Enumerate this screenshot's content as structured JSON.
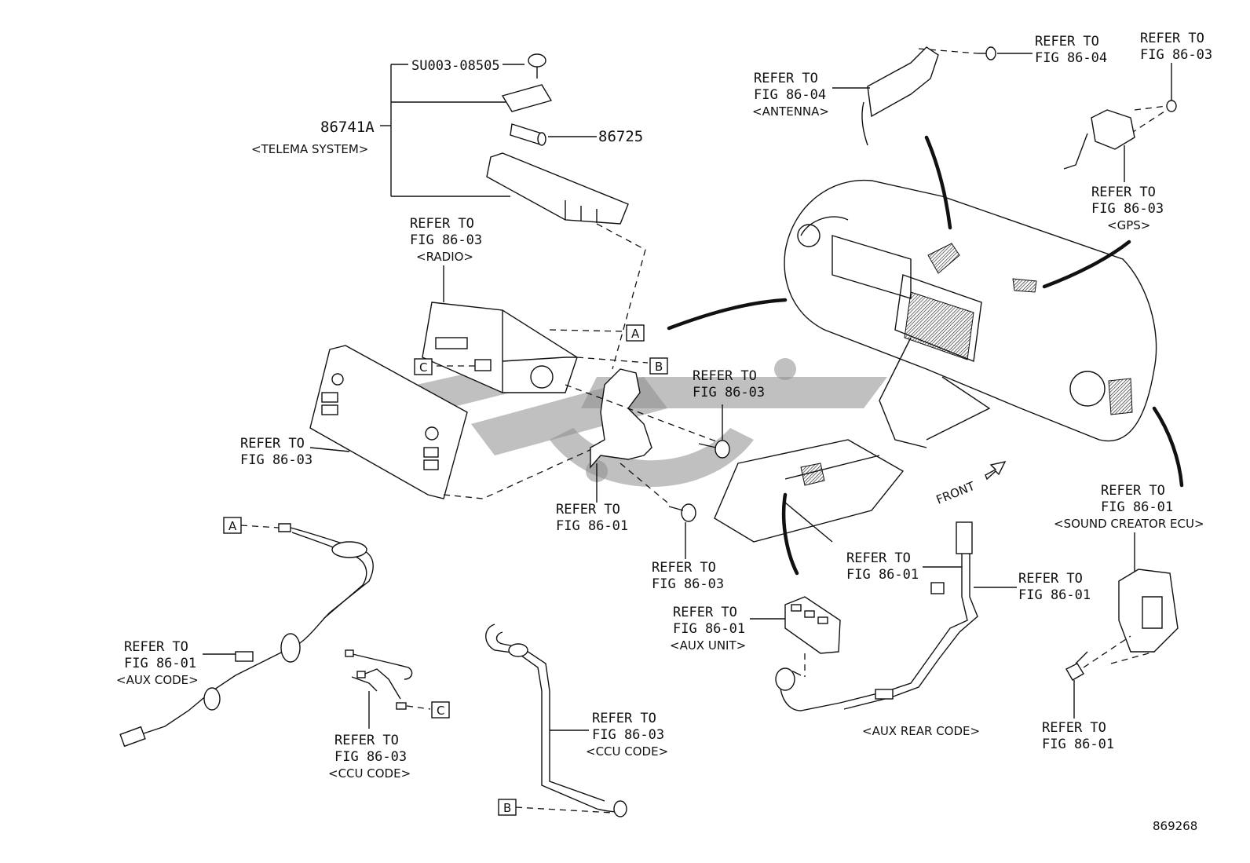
{
  "figure_number": "869268",
  "watermark": "logo",
  "parts": {
    "screw_part_no": "SU003-08505",
    "main_part_no": "86741A",
    "main_part_desc": "<TELEMA SYSTEM>",
    "battery_part_no": "86725"
  },
  "callouts": {
    "radio": {
      "line1": "REFER TO",
      "line2": "FIG 86-03",
      "desc": "<RADIO>"
    },
    "panel": {
      "line1": "REFER TO",
      "line2": "FIG 86-03"
    },
    "bracket": {
      "line1": "REFER TO",
      "line2": "FIG 86-01"
    },
    "screw_upper": {
      "line1": "REFER TO",
      "line2": "FIG 86-03"
    },
    "screw_lower": {
      "line1": "REFER TO",
      "line2": "FIG 86-03"
    },
    "antenna": {
      "line1": "REFER TO",
      "line2": "FIG 86-04",
      "desc": "<ANTENNA>"
    },
    "antenna_bolt": {
      "line1": "REFER TO",
      "line2": "FIG 86-04"
    },
    "gps_bolt": {
      "line1": "REFER TO",
      "line2": "FIG 86-03"
    },
    "gps": {
      "line1": "REFER TO",
      "line2": "FIG 86-03",
      "desc": "<GPS>"
    },
    "aux_code": {
      "line1": "REFER TO",
      "line2": "FIG 86-01",
      "desc": "<AUX CODE>"
    },
    "ccu_code_left": {
      "line1": "REFER TO",
      "line2": "FIG 86-03",
      "desc": "<CCU CODE>"
    },
    "ccu_code_right": {
      "line1": "REFER TO",
      "line2": "FIG 86-03",
      "desc": "<CCU CODE>"
    },
    "aux_unit": {
      "line1": "REFER TO",
      "line2": "FIG 86-01",
      "desc": "<AUX UNIT>"
    },
    "aux_rear_left": {
      "line1": "REFER TO",
      "line2": "FIG 86-01"
    },
    "aux_rear_right": {
      "line1": "REFER TO",
      "line2": "FIG 86-01"
    },
    "aux_rear_desc": "<AUX REAR CODE>",
    "sound_creator": {
      "line1": "REFER TO",
      "line2": "FIG 86-01",
      "desc": "<SOUND CREATOR ECU>"
    },
    "sound_creator_bolt": {
      "line1": "REFER TO",
      "line2": "FIG 86-01"
    }
  },
  "connectors": {
    "a_top": "A",
    "b_top": "B",
    "c_top": "C",
    "a_bottom": "A",
    "b_bottom": "B",
    "c_bottom": "C"
  },
  "direction_label": "FRONT"
}
